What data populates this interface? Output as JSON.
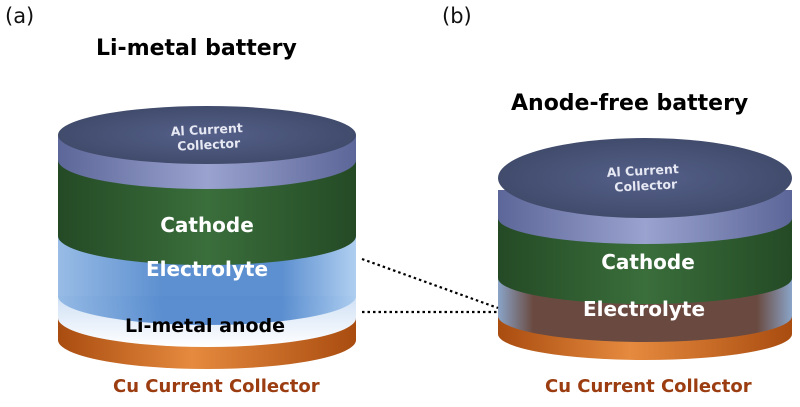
{
  "panel_a": {
    "letter": "(a)",
    "title": "Li-metal battery",
    "top_label_line1": "Al Current",
    "top_label_line2": "Collector",
    "cathode": "Cathode",
    "electrolyte": "Electrolyte",
    "anode": "Li-metal anode",
    "cu_label": "Cu Current Collector"
  },
  "panel_b": {
    "letter": "(b)",
    "title": "Anode-free battery",
    "top_label_line1": "Al Current",
    "top_label_line2": "Collector",
    "cathode": "Cathode",
    "electrolyte": "Electrolyte",
    "cu_label": "Cu Current Collector"
  },
  "colors": {
    "top_collector": "#4a5575",
    "collector_rim": "#7f89b8",
    "cathode": "#2f5a30",
    "electrolyte_a": "#5b8fd0",
    "electrolyte_b": "#6b4538",
    "copper": "#c9661f",
    "cu_text": "#9b3d10"
  }
}
